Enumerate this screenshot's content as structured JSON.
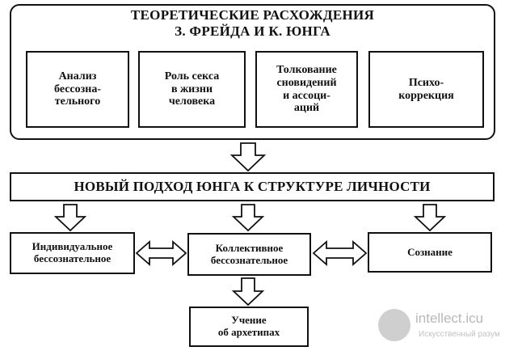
{
  "top": {
    "title_line1": "ТЕОРЕТИЧЕСКИЕ РАСХОЖДЕНИЯ",
    "title_line2": "З. ФРЕЙДА И К. ЮНГА",
    "boxes": [
      {
        "lines": [
          "Анализ",
          "бессозна-",
          "тельного"
        ]
      },
      {
        "lines": [
          "Роль секса",
          "в жизни",
          "человека"
        ]
      },
      {
        "lines": [
          "Толкование",
          "сновидений",
          "и ассоци-",
          "аций"
        ]
      },
      {
        "lines": [
          "Психо-",
          "коррекция"
        ]
      }
    ]
  },
  "main_box": "НОВЫЙ ПОДХОД ЮНГА К СТРУКТУРЕ ЛИЧНОСТИ",
  "bottom": {
    "individual": [
      "Индивидуальное",
      "бессознательное"
    ],
    "collective": [
      "Коллективное",
      "бессознательное"
    ],
    "consciousness": [
      "Сознание"
    ],
    "archetypes": [
      "Учение",
      "об архетипах"
    ]
  },
  "watermark": {
    "site": "intellect.icu",
    "tagline": "Искусственный разум"
  }
}
